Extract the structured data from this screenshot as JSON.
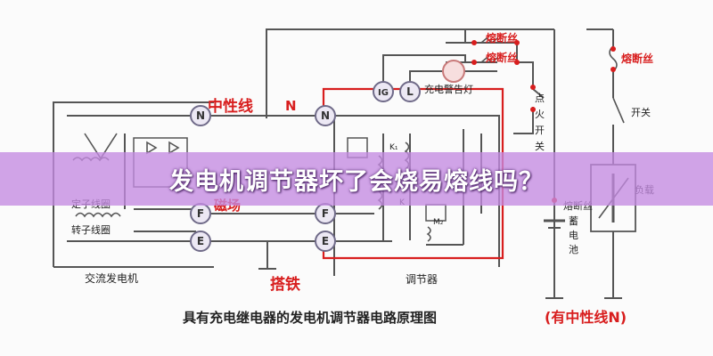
{
  "title": "发电机调节器坏了会烧易熔线吗？",
  "caption": "具有充电继电器的发电机调节器电路原理图",
  "caption_note": "(有中性线N)",
  "labels": {
    "neutral_wire": "中性线",
    "n_top": "N",
    "n": "N",
    "ig": "IG",
    "l": "L",
    "f": "F",
    "e": "E",
    "field": "磁场",
    "ground": "搭铁",
    "stator": "定子线圈",
    "rotor": "转子线圈",
    "alternator": "交流发电机",
    "regulator": "调节器",
    "fuse1": "熔断丝",
    "fuse2": "熔断丝",
    "fuse3": "熔断丝",
    "fuse4": "熔断丝",
    "charge_lamp": "充电警告灯",
    "ignition_switch": "点火开关",
    "switch": "开关",
    "load": "负载",
    "battery": "蓄电池",
    "k1": "K₁",
    "k": "K",
    "m2": "M₂"
  },
  "colors": {
    "line": "#555555",
    "red_wire": "#d81e1e",
    "terminal_fill": "#ece8f4",
    "banner": "#c48ae2"
  }
}
